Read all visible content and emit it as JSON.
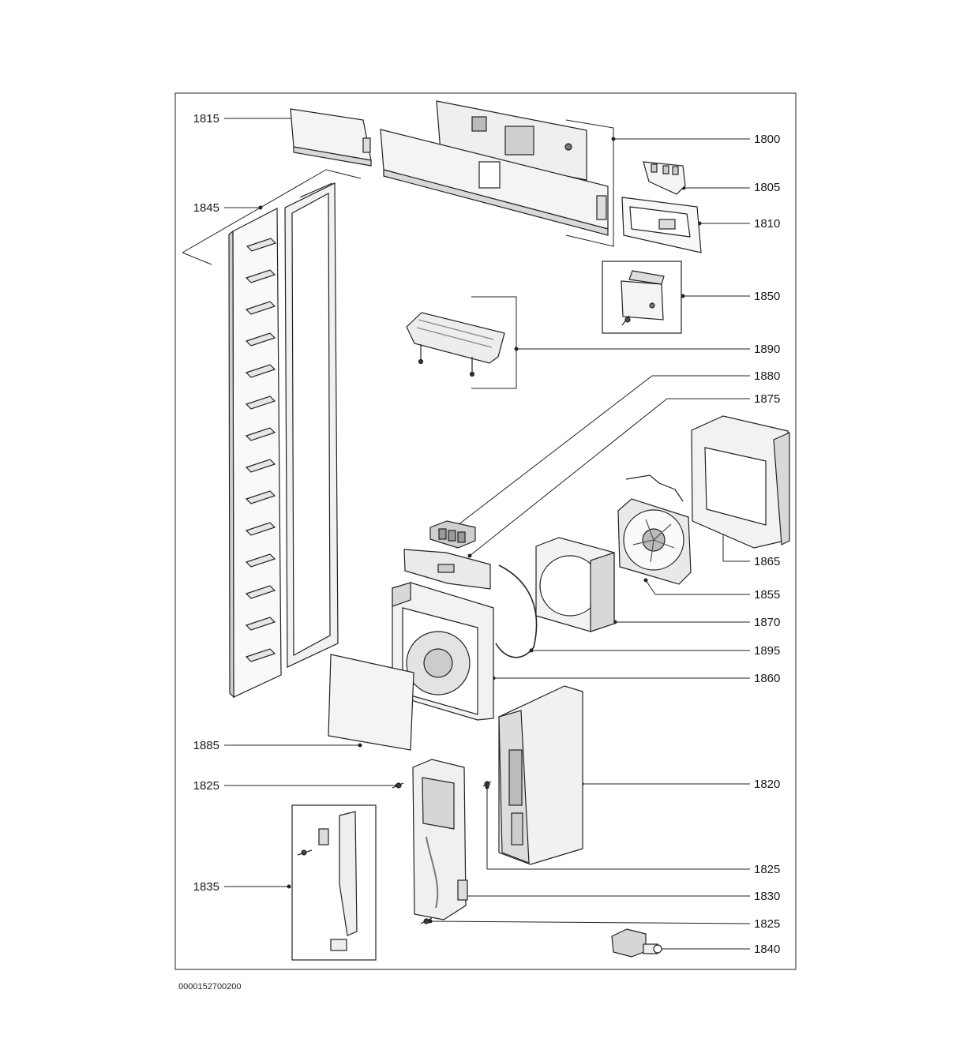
{
  "diagram": {
    "document_number": "0000152700200",
    "labels": {
      "p1815": "1815",
      "p1800": "1800",
      "p1805": "1805",
      "p1810": "1810",
      "p1845": "1845",
      "p1850": "1850",
      "p1890": "1890",
      "p1880": "1880",
      "p1875": "1875",
      "p1865": "1865",
      "p1855": "1855",
      "p1870": "1870",
      "p1895": "1895",
      "p1860": "1860",
      "p1885": "1885",
      "p1825a": "1825",
      "p1820": "1820",
      "p1825b": "1825",
      "p1835": "1835",
      "p1830": "1830",
      "p1825c": "1825",
      "p1840": "1840"
    },
    "colors": {
      "line": "#222222",
      "part_fill": "#f4f4f4",
      "shade": "#d8d8d8",
      "dark": "#555555"
    }
  }
}
